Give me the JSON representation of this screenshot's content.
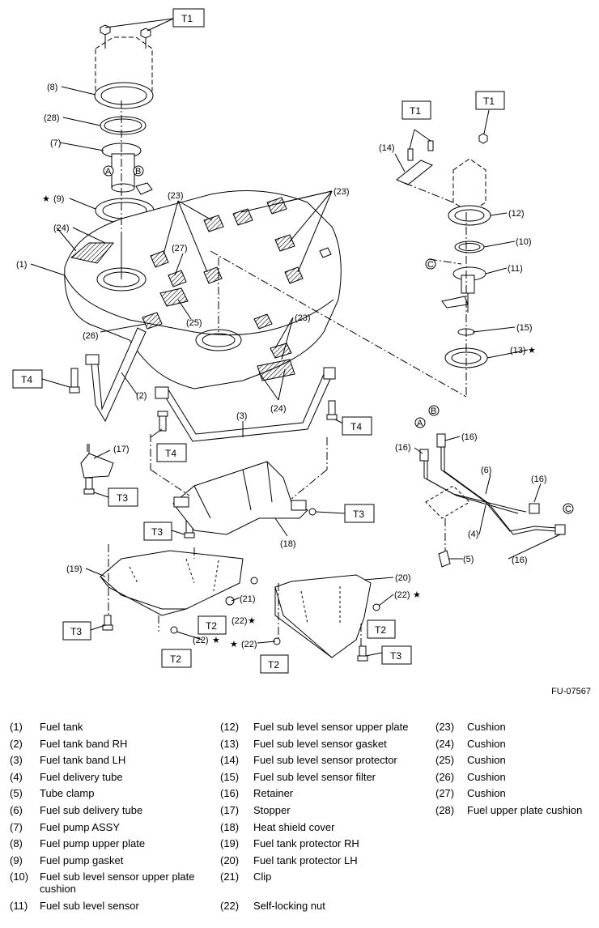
{
  "figure_code": "FU-07567",
  "torque_labels": [
    "T1",
    "T1",
    "T1",
    "T2",
    "T2",
    "T2",
    "T2",
    "T3",
    "T3",
    "T3",
    "T3",
    "T4",
    "T4",
    "T4"
  ],
  "callouts": [
    "(1)",
    "(2)",
    "(3)",
    "(4)",
    "(5)",
    "(6)",
    "(7)",
    "(8)",
    "(9)",
    "(10)",
    "(11)",
    "(12)",
    "(13)",
    "(14)",
    "(15)",
    "(16)",
    "(16)",
    "(16)",
    "(16)",
    "(17)",
    "(18)",
    "(19)",
    "(20)",
    "(21)",
    "(22)",
    "(22)",
    "(22)",
    "(22)",
    "(23)",
    "(23)",
    "(23)",
    "(24)",
    "(24)",
    "(25)",
    "(26)",
    "(27)",
    "(28)"
  ],
  "connector_letters": [
    "A",
    "B",
    "C",
    "A",
    "B",
    "C"
  ],
  "star_symbol": "★",
  "legend": {
    "col1": [
      {
        "num": "(1)",
        "name": "Fuel tank"
      },
      {
        "num": "(2)",
        "name": "Fuel tank band RH"
      },
      {
        "num": "(3)",
        "name": "Fuel tank band LH"
      },
      {
        "num": "(4)",
        "name": "Fuel delivery tube"
      },
      {
        "num": "(5)",
        "name": "Tube clamp"
      },
      {
        "num": "(6)",
        "name": "Fuel sub delivery tube"
      },
      {
        "num": "(7)",
        "name": "Fuel pump ASSY"
      },
      {
        "num": "(8)",
        "name": "Fuel pump upper plate"
      },
      {
        "num": "(9)",
        "name": "Fuel pump gasket"
      },
      {
        "num": "(10)",
        "name": "Fuel sub level sensor upper plate cushion"
      },
      {
        "num": "(11)",
        "name": "Fuel sub level sensor"
      }
    ],
    "col2": [
      {
        "num": "(12)",
        "name": "Fuel sub level sensor upper plate"
      },
      {
        "num": "(13)",
        "name": "Fuel sub level sensor gasket"
      },
      {
        "num": "(14)",
        "name": "Fuel sub level sensor protector"
      },
      {
        "num": "(15)",
        "name": "Fuel sub level sensor filter"
      },
      {
        "num": "(16)",
        "name": "Retainer"
      },
      {
        "num": "(17)",
        "name": "Stopper"
      },
      {
        "num": "(18)",
        "name": "Heat shield cover"
      },
      {
        "num": "(19)",
        "name": "Fuel tank protector RH"
      },
      {
        "num": "(20)",
        "name": "Fuel tank protector LH"
      },
      {
        "num": "(21)",
        "name": "Clip"
      },
      {
        "num": "(22)",
        "name": "Self-locking nut"
      }
    ],
    "col3": [
      {
        "num": "(23)",
        "name": "Cushion"
      },
      {
        "num": "(24)",
        "name": "Cushion"
      },
      {
        "num": "(25)",
        "name": "Cushion"
      },
      {
        "num": "(26)",
        "name": "Cushion"
      },
      {
        "num": "(27)",
        "name": "Cushion"
      },
      {
        "num": "(28)",
        "name": "Fuel upper plate cushion"
      }
    ]
  }
}
